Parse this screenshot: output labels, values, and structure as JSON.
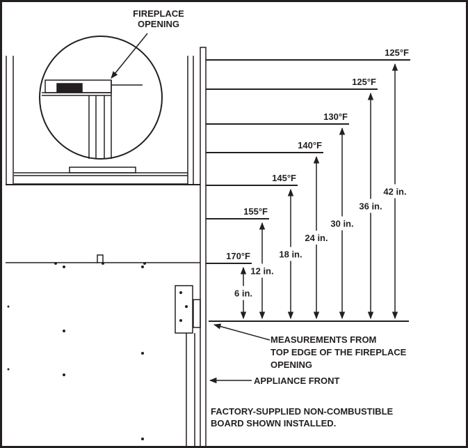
{
  "callout": {
    "line1": "FIREPLACE",
    "line2": "OPENING"
  },
  "temperatures": [
    {
      "temp": "125°F",
      "height": "42 in."
    },
    {
      "temp": "125°F",
      "height": "36 in."
    },
    {
      "temp": "130°F",
      "height": "30 in."
    },
    {
      "temp": "140°F",
      "height": "24 in."
    },
    {
      "temp": "145°F",
      "height": "18 in."
    },
    {
      "temp": "155°F",
      "height": "12 in."
    },
    {
      "temp": "170°F",
      "height": "6 in."
    }
  ],
  "notes": {
    "measure_line1": "MEASUREMENTS FROM",
    "measure_line2": "TOP EDGE OF THE FIREPLACE",
    "measure_line3": "OPENING",
    "appliance_front": "APPLIANCE FRONT",
    "board_line1": "FACTORY-SUPPLIED NON-COMBUSTIBLE",
    "board_line2": "BOARD SHOWN INSTALLED."
  },
  "colors": {
    "ink": "#231f20",
    "background": "#ffffff"
  }
}
